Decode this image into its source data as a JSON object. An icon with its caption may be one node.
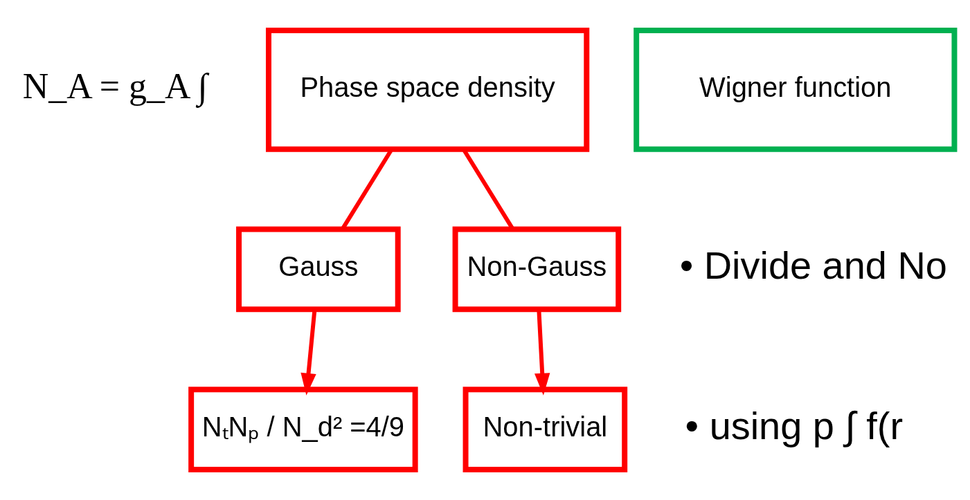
{
  "diagram": {
    "nodes": [
      {
        "text": [
          "Phase space density"
        ]
      },
      {
        "text": [
          "Wigner function"
        ]
      },
      {
        "text": [
          "Gauss"
        ]
      },
      {
        "text": [
          "Non-Gauss"
        ]
      },
      {
        "text": [
          "NₜNₚ / N_d² =4/9"
        ]
      },
      {
        "text": [
          "Non-trivial"
        ]
      }
    ],
    "edges": [
      {
        "from": 0,
        "to": 2,
        "arrow": "none"
      },
      {
        "from": 0,
        "to": 3,
        "arrow": "none"
      },
      {
        "from": 2,
        "to": 4,
        "arrow": "to"
      },
      {
        "from": 3,
        "to": 5,
        "arrow": "to"
      }
    ],
    "labels": [
      "N_A = g_A ∫",
      "• Divide and No",
      "• using p ∫ f(r"
    ]
  }
}
